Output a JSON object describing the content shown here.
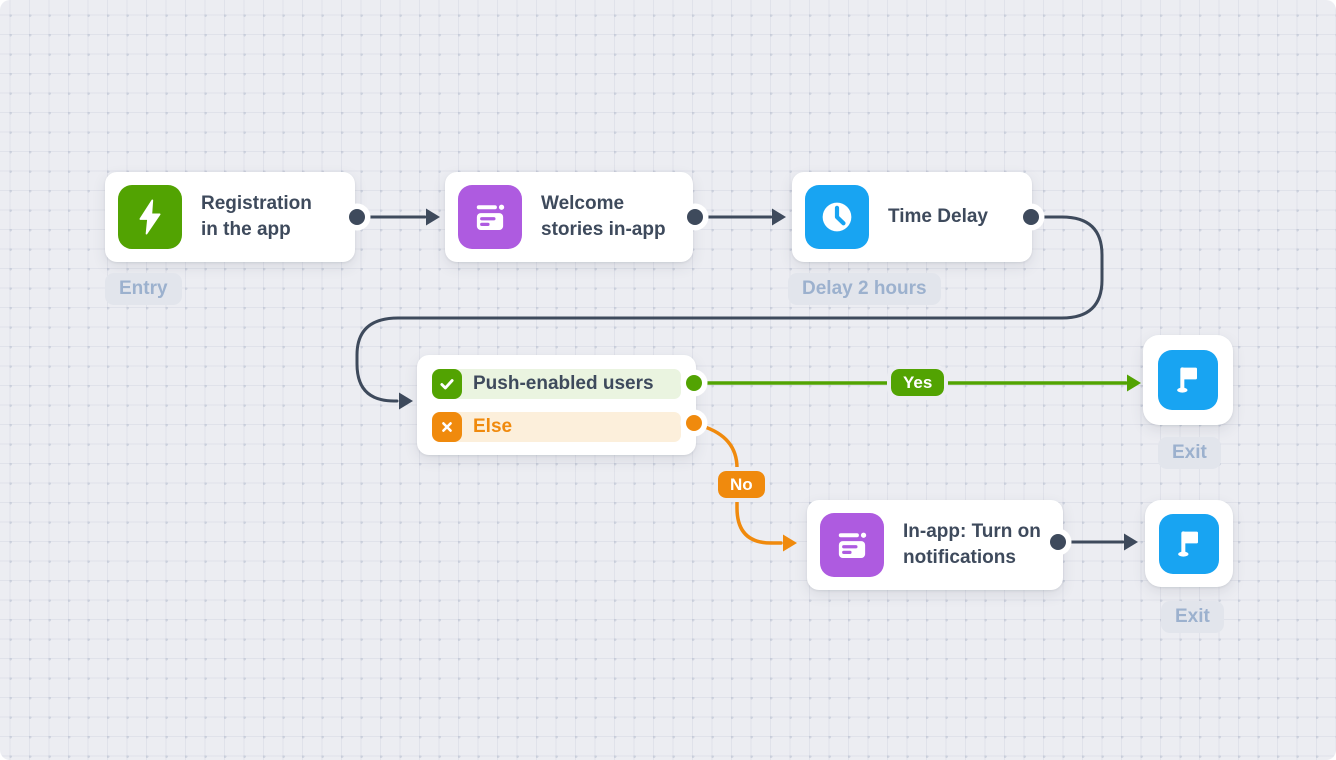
{
  "colors": {
    "slate": "#3E4A5C",
    "green": "#52A302",
    "orange": "#F08A0D",
    "blue": "#18A4F2",
    "purple": "#AE5BE0",
    "canvas_bg": "#ecedf2",
    "label_text": "#9CB1CE",
    "branch_yes_bg": "#eaf4e0",
    "branch_no_bg": "#fcefdb"
  },
  "edges": {
    "yes_label": "Yes",
    "no_label": "No"
  },
  "nodes": {
    "registration": {
      "title": "Registration in the app",
      "icon": "lightning-bolt-icon",
      "entry_badge": "Entry"
    },
    "welcome": {
      "title": "Welcome stories in-app",
      "icon": "in-app-story-icon"
    },
    "time_delay": {
      "title": "Time Delay",
      "icon": "clock-icon",
      "delay_badge": "Delay 2 hours"
    },
    "condition": {
      "branches": [
        {
          "label": "Push-enabled users",
          "icon": "checkmark-icon"
        },
        {
          "label": "Else",
          "icon": "cross-icon"
        }
      ]
    },
    "inapp_notifications": {
      "title": "In-app: Turn on notifications",
      "icon": "in-app-story-icon"
    },
    "exit_top": {
      "label": "Exit",
      "icon": "flag-icon"
    },
    "exit_bottom": {
      "label": "Exit",
      "icon": "flag-icon"
    }
  }
}
